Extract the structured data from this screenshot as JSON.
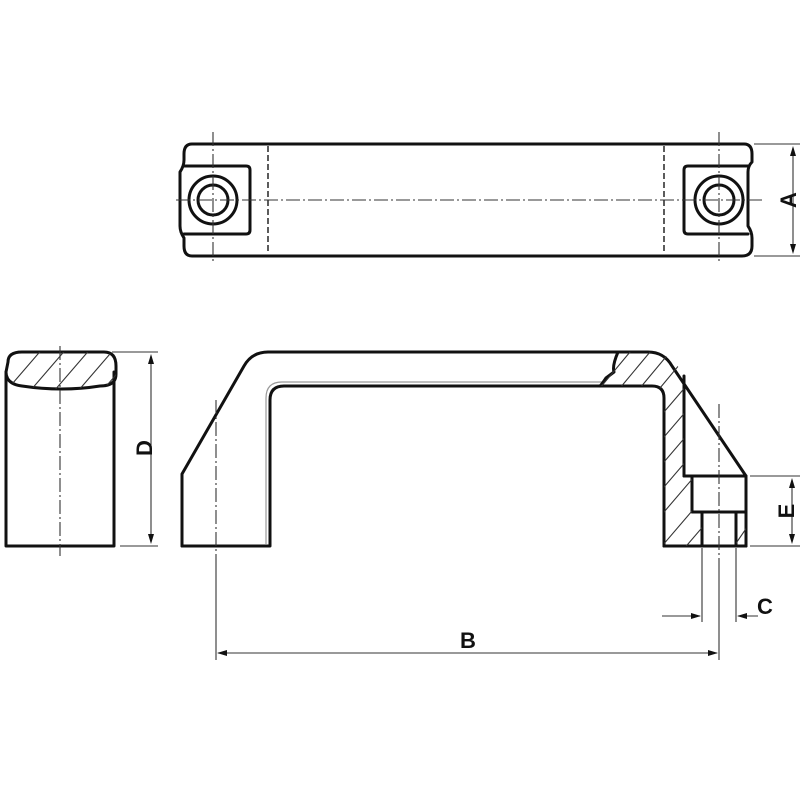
{
  "drawing": {
    "title": "Handle technical drawing",
    "views": [
      "top-view",
      "side-view",
      "front-section-view"
    ],
    "colors": {
      "line": "#111111",
      "background": "#ffffff"
    }
  },
  "dimensions": {
    "A": "A",
    "B": "B",
    "C": "C",
    "D": "D",
    "E": "E"
  }
}
